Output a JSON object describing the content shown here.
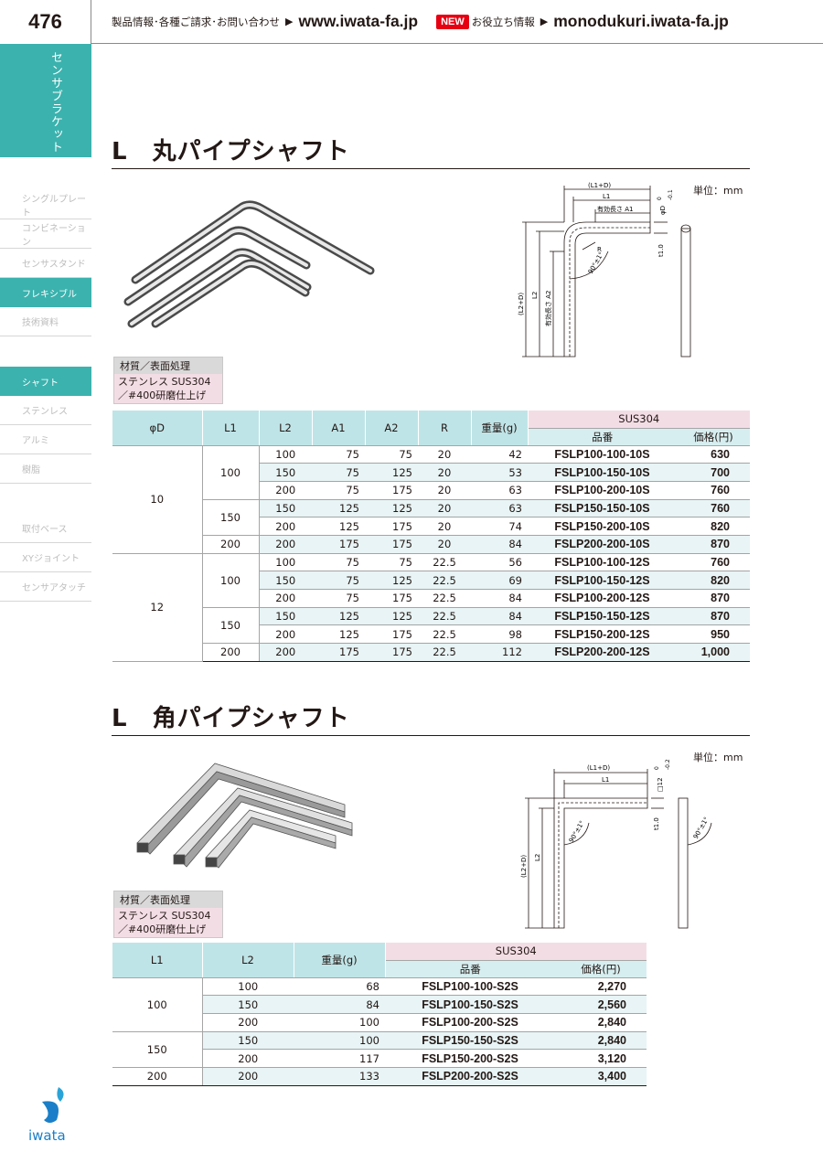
{
  "header": {
    "page_number": "476",
    "info_text": "製品情報･各種ご請求･お問い合わせ",
    "url_main": "www.iwata-fa.jp",
    "new_badge": "NEW",
    "useful_info": "お役立ち情報",
    "url_mono": "monodukuri.iwata-fa.jp"
  },
  "sidebar": {
    "category": "センサブラケット",
    "items": [
      {
        "label": "シングルプレート",
        "active": false
      },
      {
        "label": "コンビネーション",
        "active": false
      },
      {
        "label": "センサスタンド",
        "active": false
      },
      {
        "label": "フレキシブル",
        "active": true
      },
      {
        "label": "技術資料",
        "active": false
      },
      {
        "label": "シャフト",
        "active": true
      },
      {
        "label": "ステンレス",
        "active": false
      },
      {
        "label": "アルミ",
        "active": false
      },
      {
        "label": "樹脂",
        "active": false
      },
      {
        "label": "取付ベース",
        "active": false
      },
      {
        "label": "XYジョイント",
        "active": false
      },
      {
        "label": "センサアタッチ",
        "active": false
      }
    ]
  },
  "section1": {
    "title": "L　丸パイプシャフト",
    "unit": "単位：mm",
    "material_header": "材質／表面処理",
    "material_line1": "ステンレス SUS304",
    "material_line2": "／#400研磨仕上げ",
    "drawing": {
      "l1d": "(L1+D)",
      "l1": "L1",
      "a1": "有効長さ A1",
      "phi_d": "φD",
      "tol_upper": "0",
      "tol_lower": "-0.1",
      "thick": "t1.0",
      "r": "R",
      "angle": "90°±1°",
      "l2d": "(L2+D)",
      "l2": "L2",
      "a2": "有効長さ A2"
    },
    "table": {
      "headers": [
        "φD",
        "L1",
        "L2",
        "A1",
        "A2",
        "R",
        "重量(g)"
      ],
      "material_header": "SUS304",
      "part_header": "品番",
      "price_header": "価格(円)",
      "groups": [
        {
          "d": "10",
          "l1_groups": [
            {
              "l1": "100",
              "rows": [
                {
                  "l2": "100",
                  "a1": "75",
                  "a2": "75",
                  "r": "20",
                  "w": "42",
                  "part": "FSLP100-100-10S",
                  "price": "630"
                },
                {
                  "l2": "150",
                  "a1": "75",
                  "a2": "125",
                  "r": "20",
                  "w": "53",
                  "part": "FSLP100-150-10S",
                  "price": "700"
                },
                {
                  "l2": "200",
                  "a1": "75",
                  "a2": "175",
                  "r": "20",
                  "w": "63",
                  "part": "FSLP100-200-10S",
                  "price": "760"
                }
              ]
            },
            {
              "l1": "150",
              "rows": [
                {
                  "l2": "150",
                  "a1": "125",
                  "a2": "125",
                  "r": "20",
                  "w": "63",
                  "part": "FSLP150-150-10S",
                  "price": "760"
                },
                {
                  "l2": "200",
                  "a1": "125",
                  "a2": "175",
                  "r": "20",
                  "w": "74",
                  "part": "FSLP150-200-10S",
                  "price": "820"
                }
              ]
            },
            {
              "l1": "200",
              "rows": [
                {
                  "l2": "200",
                  "a1": "175",
                  "a2": "175",
                  "r": "20",
                  "w": "84",
                  "part": "FSLP200-200-10S",
                  "price": "870"
                }
              ]
            }
          ]
        },
        {
          "d": "12",
          "l1_groups": [
            {
              "l1": "100",
              "rows": [
                {
                  "l2": "100",
                  "a1": "75",
                  "a2": "75",
                  "r": "22.5",
                  "w": "56",
                  "part": "FSLP100-100-12S",
                  "price": "760"
                },
                {
                  "l2": "150",
                  "a1": "75",
                  "a2": "125",
                  "r": "22.5",
                  "w": "69",
                  "part": "FSLP100-150-12S",
                  "price": "820"
                },
                {
                  "l2": "200",
                  "a1": "75",
                  "a2": "175",
                  "r": "22.5",
                  "w": "84",
                  "part": "FSLP100-200-12S",
                  "price": "870"
                }
              ]
            },
            {
              "l1": "150",
              "rows": [
                {
                  "l2": "150",
                  "a1": "125",
                  "a2": "125",
                  "r": "22.5",
                  "w": "84",
                  "part": "FSLP150-150-12S",
                  "price": "870"
                },
                {
                  "l2": "200",
                  "a1": "125",
                  "a2": "175",
                  "r": "22.5",
                  "w": "98",
                  "part": "FSLP150-200-12S",
                  "price": "950"
                }
              ]
            },
            {
              "l1": "200",
              "rows": [
                {
                  "l2": "200",
                  "a1": "175",
                  "a2": "175",
                  "r": "22.5",
                  "w": "112",
                  "part": "FSLP200-200-12S",
                  "price": "1,000"
                }
              ]
            }
          ]
        }
      ]
    }
  },
  "section2": {
    "title": "L　角パイプシャフト",
    "unit": "単位：mm",
    "material_header": "材質／表面処理",
    "material_line1": "ステンレス SUS304",
    "material_line2": "／#400研磨仕上げ",
    "drawing": {
      "l1d": "(L1+D)",
      "l1": "L1",
      "sq": "□12",
      "tol_upper": "0",
      "tol_lower": "-0.2",
      "thick": "t1.0",
      "angle": "90°±1°",
      "l2d": "(L2+D)",
      "l2": "L2"
    },
    "table": {
      "headers": [
        "L1",
        "L2",
        "重量(g)"
      ],
      "material_header": "SUS304",
      "part_header": "品番",
      "price_header": "価格(円)",
      "l1_groups": [
        {
          "l1": "100",
          "rows": [
            {
              "l2": "100",
              "w": "68",
              "part": "FSLP100-100-S2S",
              "price": "2,270"
            },
            {
              "l2": "150",
              "w": "84",
              "part": "FSLP100-150-S2S",
              "price": "2,560"
            },
            {
              "l2": "200",
              "w": "100",
              "part": "FSLP100-200-S2S",
              "price": "2,840"
            }
          ]
        },
        {
          "l1": "150",
          "rows": [
            {
              "l2": "150",
              "w": "100",
              "part": "FSLP150-150-S2S",
              "price": "2,840"
            },
            {
              "l2": "200",
              "w": "117",
              "part": "FSLP150-200-S2S",
              "price": "3,120"
            }
          ]
        },
        {
          "l1": "200",
          "rows": [
            {
              "l2": "200",
              "w": "133",
              "part": "FSLP200-200-S2S",
              "price": "3,400"
            }
          ]
        }
      ]
    }
  },
  "footer": {
    "logo_text": "iwata",
    "accent_color": "#3bb2ae",
    "logo_color": "#1a8fd0"
  }
}
